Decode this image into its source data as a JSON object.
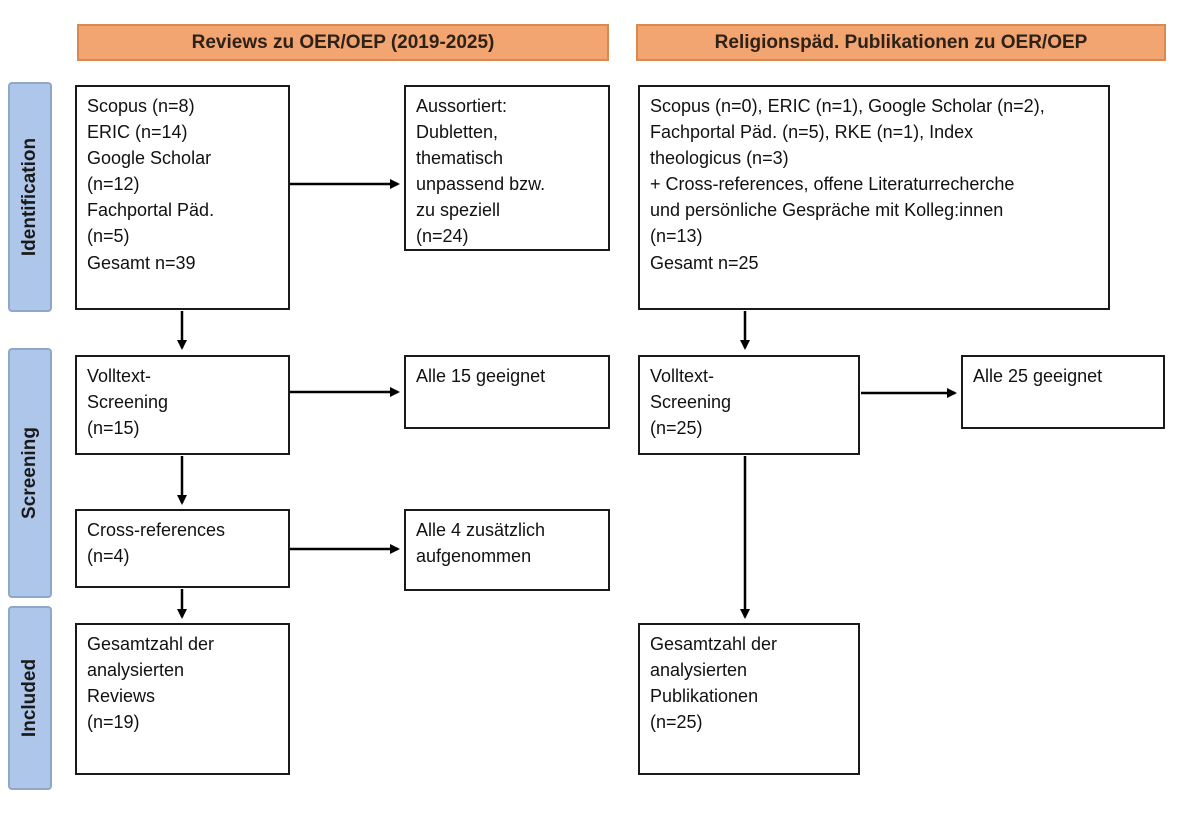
{
  "headers": {
    "left": "Reviews zu OER/OEP (2019-2025)",
    "right": "Religionspäd. Publikationen zu OER/OEP"
  },
  "stage_labels": {
    "identification": "Identification",
    "screening": "Screening",
    "included": "Included"
  },
  "left_column": {
    "sources": "Scopus (n=8)\nERIC (n=14)\nGoogle Scholar\n(n=12)\nFachportal Päd.\n(n=5)\nGesamt n=39",
    "excluded": "Aussortiert:\nDubletten,\nthematisch\nunpassend bzw.\nzu speziell\n(n=24)",
    "fulltext": "Volltext-\nScreening\n(n=15)",
    "fulltext_result": "Alle 15 geeignet",
    "crossref": "Cross-references\n(n=4)",
    "crossref_result": "Alle 4 zusätzlich\naufgenommen",
    "total": "Gesamtzahl der\nanalysierten\nReviews\n(n=19)"
  },
  "right_column": {
    "sources": "Scopus (n=0), ERIC (n=1), Google Scholar (n=2),\nFachportal Päd. (n=5), RKE (n=1), Index\ntheologicus (n=3)\n+ Cross-references, offene Literaturrecherche\nund persönliche Gespräche mit Kolleg:innen\n(n=13)\nGesamt n=25",
    "fulltext": "Volltext-\nScreening\n(n=25)",
    "fulltext_result": "Alle 25 geeignet",
    "total": "Gesamtzahl der\nanalysierten\nPublikationen\n(n=25)"
  },
  "colors": {
    "header_fill": "#f2a471",
    "header_border": "#d98a50",
    "stage_fill": "#aec6e9",
    "stage_border": "#8fa8c8",
    "box_border": "#1a1a1a",
    "arrow": "#000000"
  }
}
